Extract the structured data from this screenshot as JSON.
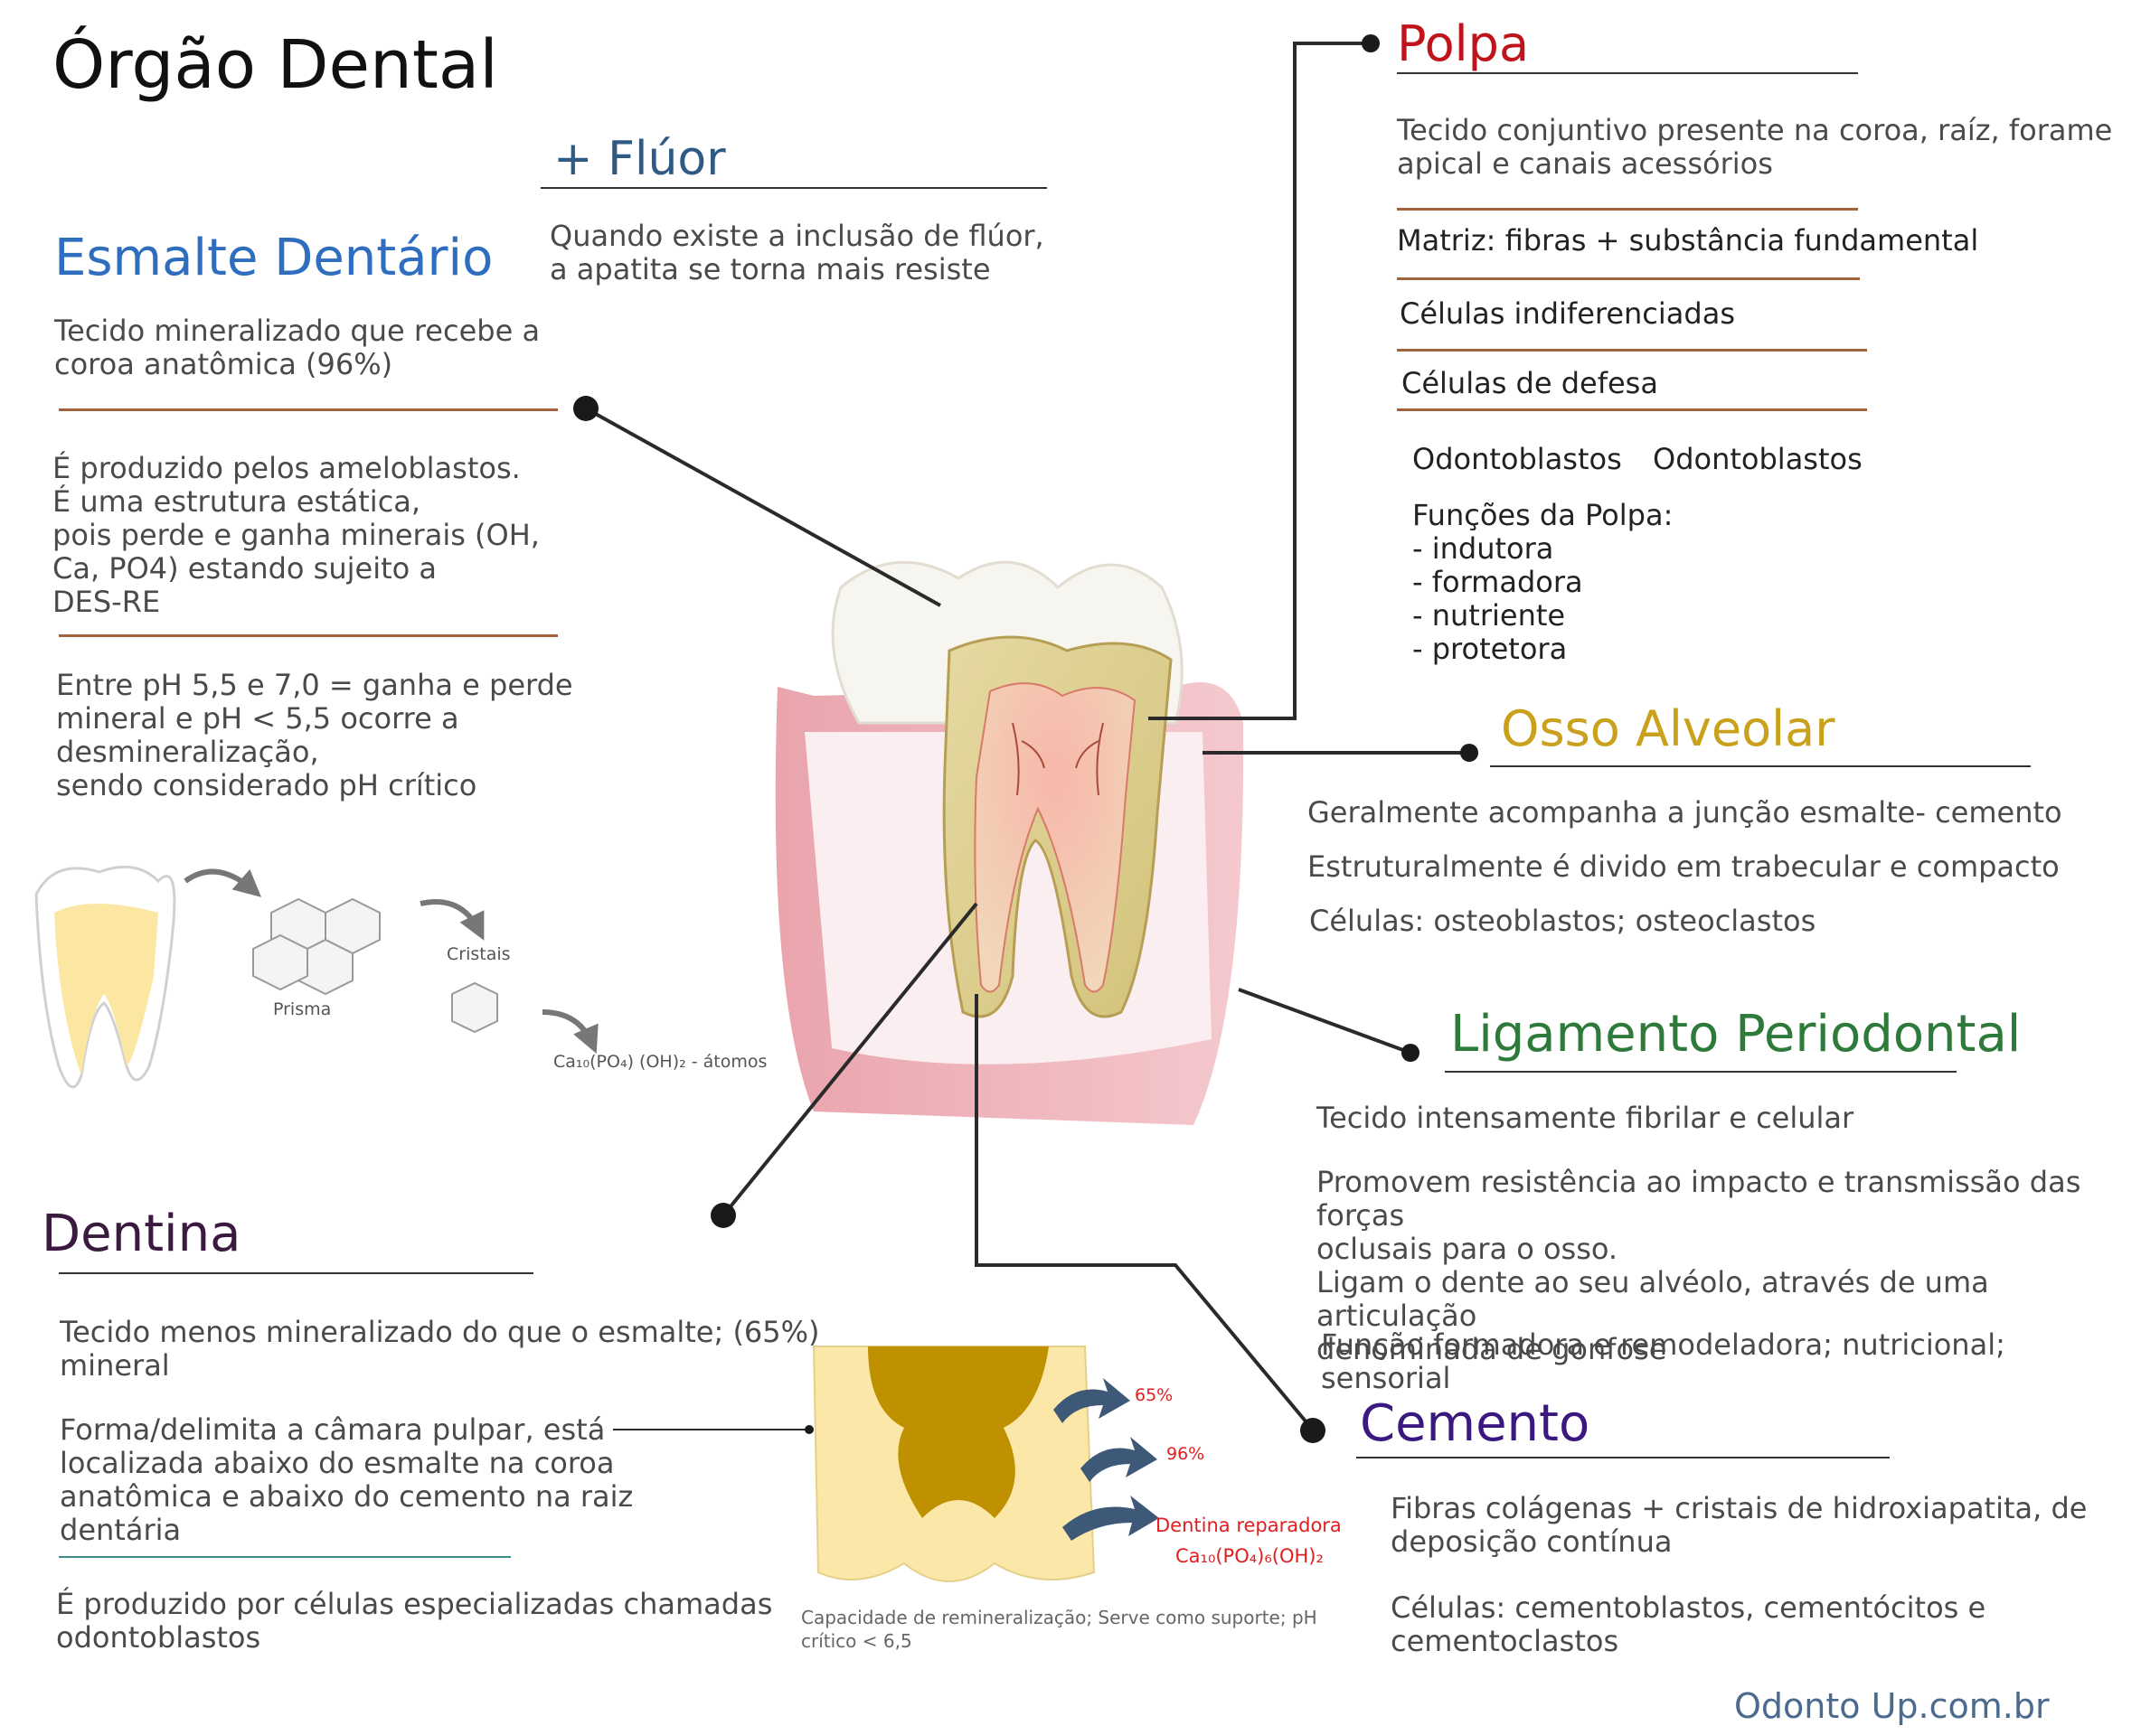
{
  "title": "Órgão Dental",
  "fluor": {
    "heading": "+ Flúor",
    "text": "Quando existe a inclusão de flúor,\na apatita se torna mais resiste"
  },
  "esmalte": {
    "heading": "Esmalte Dentário",
    "p1": "Tecido mineralizado que recebe a\ncoroa anatômica (96%)",
    "p2": "É produzido pelos ameloblastos.\nÉ uma estrutura estática,\npois perde e ganha minerais (OH,\nCa, PO4) estando sujeito a\nDES-RE",
    "p3": "Entre pH 5,5 e 7,0 = ganha e perde\nmineral e pH < 5,5 ocorre a\ndesmineralização,\nsendo considerado pH crítico"
  },
  "mini_diagram": {
    "prisma": "Prisma",
    "cristais": "Cristais",
    "formula": "Ca₁₀(PO₄) (OH)₂ - átomos"
  },
  "polpa": {
    "heading": "Polpa",
    "p1": "Tecido conjuntivo presente na coroa, raíz, forame\napical e canais acessórios",
    "p2": "Matriz: fibras + substância fundamental",
    "p3": "Células indiferenciadas",
    "p4": "Células de defesa",
    "odonto1": "Odontoblastos",
    "odonto2": "Odontoblastos",
    "funcoes": "Funções da Polpa:\n- indutora\n- formadora\n- nutriente\n- protetora"
  },
  "osso": {
    "heading": "Osso Alveolar",
    "p1": "Geralmente acompanha a junção esmalte- cemento",
    "p2": "Estruturalmente é divido em trabecular e compacto",
    "p3": "Células: osteoblastos; osteoclastos"
  },
  "ligamento": {
    "heading": "Ligamento Periodontal",
    "p1": "Tecido intensamente fibrilar e celular",
    "p2": "Promovem resistência ao impacto e transmissão das forças\noclusais para o osso.\nLigam o dente ao seu alvéolo, através de uma articulação\ndenominada de gonfose",
    "p3": "Função formadora e remodeladora; nutricional; sensorial"
  },
  "cemento": {
    "heading": "Cemento",
    "p1": "Fibras colágenas + cristais de hidroxiapatita, de\ndeposição contínua",
    "p2": "Células: cementoblastos, cementócitos e\ncementoclastos"
  },
  "dentina": {
    "heading": "Dentina",
    "p1": "Tecido menos mineralizado do que o esmalte; (65%)\nmineral",
    "p2": "Forma/delimita a câmara pulpar, está\nlocalizada abaixo do esmalte na coroa\nanatômica e abaixo do cemento na raiz\ndentária",
    "p3": "É produzido por células especializadas chamadas\nodontoblastos"
  },
  "dentina_diagram": {
    "pct1": "65%",
    "pct2": "96%",
    "reparadora": "Dentina reparadora",
    "formula": "Ca₁₀(PO₄)₆(OH)₂",
    "caption": "Capacidade de remineralização; Serve como suporte; pH\ncrítico < 6,5"
  },
  "footer": "Odonto Up.com.br",
  "colors": {
    "esmalte": "#2f6dbf",
    "polpa": "#c0141c",
    "osso": "#c9a11c",
    "ligamento": "#2e7a3a",
    "cemento": "#3a1880",
    "dentina": "#3a1a3f",
    "fluor": "#2f5a86",
    "rule": "#a0633a"
  }
}
